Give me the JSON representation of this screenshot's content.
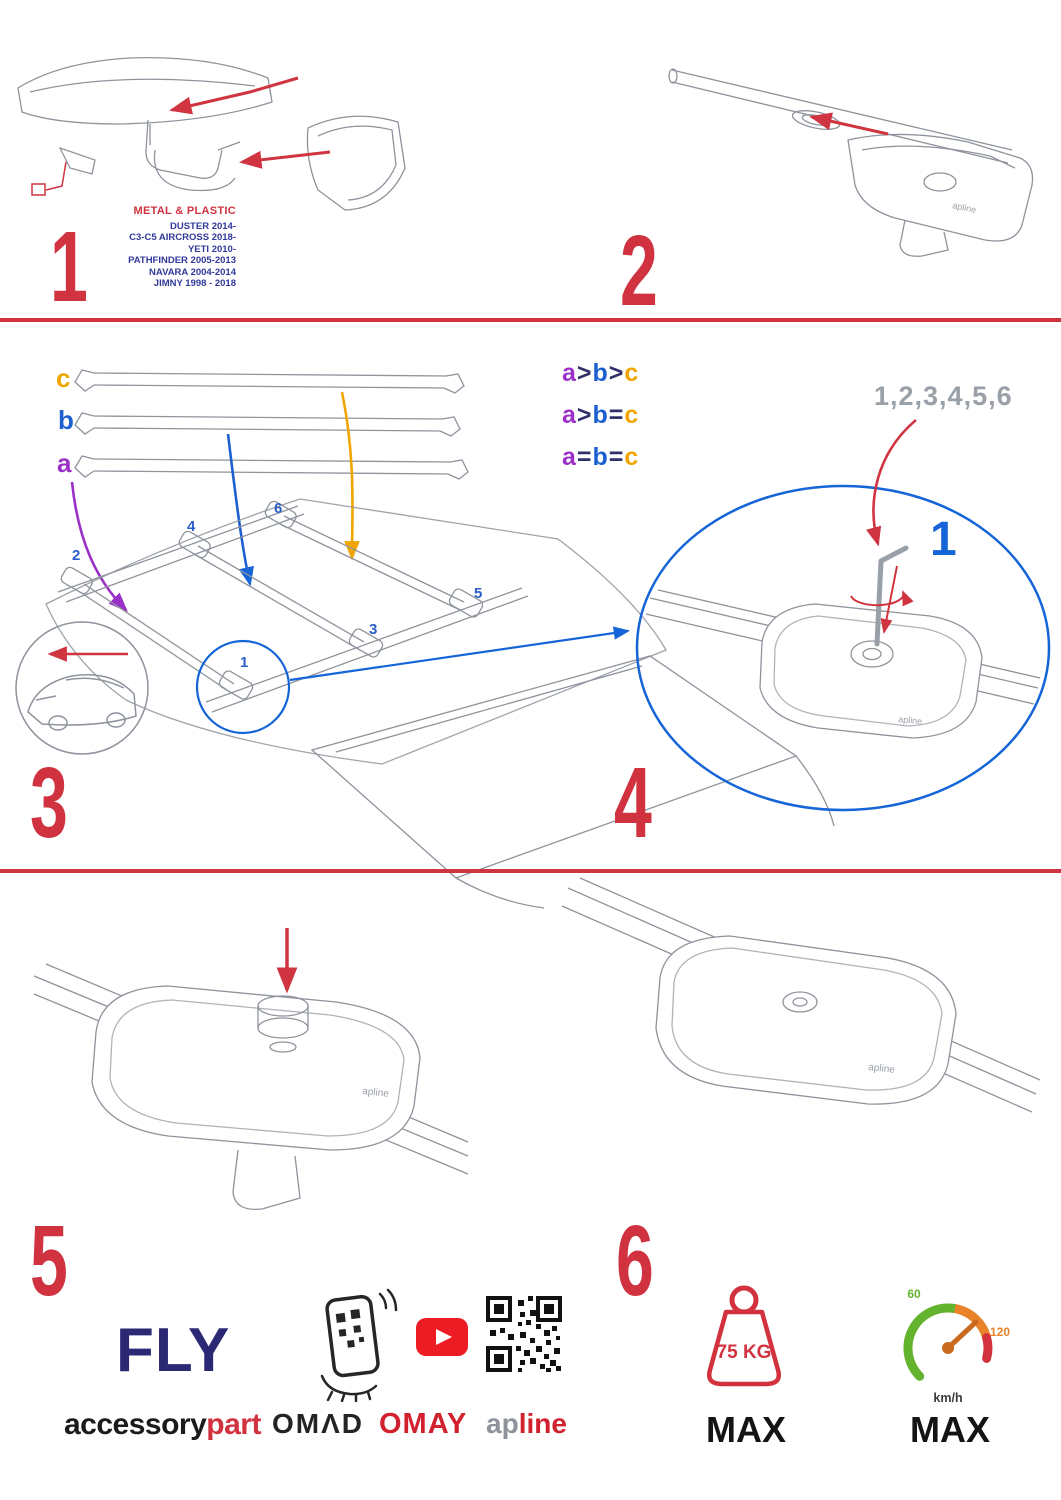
{
  "colors": {
    "red": "#d03240",
    "blue": "#1d5fd0",
    "royal_blue": "#1565d8",
    "purple": "#9b30c8",
    "orange": "#f0a500",
    "gray": "#9aa0a8",
    "navy": "#2b2973",
    "models_blue": "#31399a",
    "brand_red": "#d2212e",
    "green": "#63b32e",
    "speed_orange": "#e8832a",
    "black": "#1b1b1d"
  },
  "step1": {
    "number": "1",
    "material": "METAL & PLASTIC",
    "models": [
      "DUSTER 2014-",
      "C3-C5 AIRCROSS 2018-",
      "YETI 2010-",
      "PATHFINDER 2005-2013",
      "NAVARA 2004-2014",
      "JIMNY 1998 - 2018"
    ]
  },
  "step2": {
    "number": "2"
  },
  "step3": {
    "number": "3",
    "bar_labels": [
      "c",
      "b",
      "a"
    ],
    "formulas": [
      [
        "a",
        ">",
        "b",
        ">",
        "c"
      ],
      [
        "a",
        ">",
        "b",
        "=",
        "c"
      ],
      [
        "a",
        "=",
        "b",
        "=",
        "c"
      ]
    ],
    "roof_positions": [
      "1",
      "2",
      "3",
      "4",
      "5",
      "6"
    ]
  },
  "step4": {
    "number": "4",
    "sequence": "1,2,3,4,5,6",
    "callout": "1"
  },
  "step5": {
    "number": "5"
  },
  "step6": {
    "number": "6"
  },
  "drawings": {
    "foot_logo": "apline"
  },
  "footer": {
    "fly": "FLY",
    "brand_accessory": "accessory",
    "brand_part": "part",
    "brand_omad": "OMΛD",
    "brand_omay": "OMAY",
    "brand_ap": "ap",
    "brand_line": "line",
    "weight_value": "75 KG",
    "weight_max": "MAX",
    "speed_low": "60",
    "speed_high": "120",
    "speed_unit": "km/h",
    "speed_max": "MAX"
  }
}
